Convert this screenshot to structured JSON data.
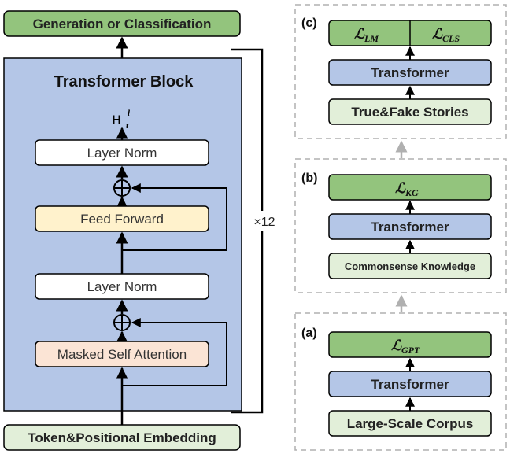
{
  "top_output": "Generation or Classification",
  "bottom_input": "Token&Positional Embedding",
  "block": {
    "title": "Transformer Block",
    "h_label": "H",
    "h_sup": "l",
    "h_sub": "t",
    "layer_norm_top": "Layer Norm",
    "feed_forward": "Feed Forward",
    "layer_norm_bottom": "Layer Norm",
    "masked_attention": "Masked Self Attention",
    "repeat": "×12"
  },
  "panel_c": {
    "tag": "(c)",
    "loss_lm_base": "ℒ",
    "loss_lm_sub": "LM",
    "loss_cls_base": "ℒ",
    "loss_cls_sub": "CLS",
    "transformer": "Transformer",
    "input": "True&Fake Stories"
  },
  "panel_b": {
    "tag": "(b)",
    "loss_base": "ℒ",
    "loss_sub": "KG",
    "transformer": "Transformer",
    "input": "Commonsense Knowledge"
  },
  "panel_a": {
    "tag": "(a)",
    "loss_base": "ℒ",
    "loss_sub": "GPT",
    "transformer": "Transformer",
    "input": "Large-Scale Corpus"
  },
  "colors": {
    "green_dark": "#93c47d",
    "green_light": "#e2efd9",
    "blue_block": "#b4c6e7",
    "yellow": "#fff2cc",
    "pink": "#fbe4d5",
    "stroke": "#000000",
    "dash": "#b0b0b0"
  }
}
